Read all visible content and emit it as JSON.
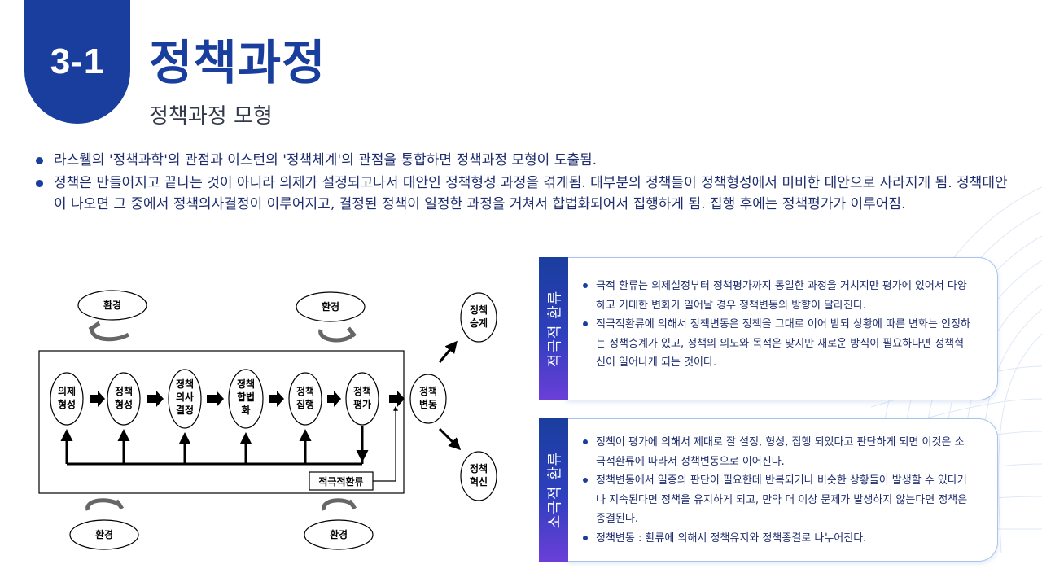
{
  "header": {
    "badge": "3-1",
    "title": "정책과정",
    "subtitle": "정책과정 모형"
  },
  "intro": [
    "라스웰의 '정책과학'의 관점과 이스턴의 '정책체계'의 관점을 통합하면 정책과정 모형이 도출됨.",
    "정책은 만들어지고 끝나는 것이 아니라 의제가 설정되고나서 대안인 정책형성 과정을 겪게됨. 대부분의 정책들이 정책형성에서 미비한 대안으로 사라지게 됨. 정책대안이 나오면 그 중에서 정책의사결정이 이루어지고, 결정된 정책이 일정한 과정을 거쳐서 합법화되어서 집행하게 됨. 집행 후에는 정책평가가 이루어짐."
  ],
  "diagram": {
    "environment": [
      "환경",
      "환경",
      "환경",
      "환경"
    ],
    "stages": [
      [
        "의제",
        "형성"
      ],
      [
        "정책",
        "형성"
      ],
      [
        "정책",
        "의사",
        "결정"
      ],
      [
        "정책",
        "합법",
        "화"
      ],
      [
        "정책",
        "집행"
      ],
      [
        "정책",
        "평가"
      ]
    ],
    "change": [
      "정책",
      "변동"
    ],
    "succession": [
      "정책",
      "승계"
    ],
    "innovation": [
      "정책",
      "혁신"
    ],
    "feedback_label": "적극적환류"
  },
  "panels": [
    {
      "tab": "적극적 환류",
      "items": [
        "극적 환류는 의제설정부터 정책평가까지 동일한 과정을 거치지만 평가에 있어서 다양하고 거대한 변화가 일어날 경우 정책변동의 방향이 달라진다.",
        "적극적환류에 의해서 정책변동은 정책을 그대로 이어 받되 상황에 따른 변화는 인정하는 정책승계가 있고, 정책의 의도와 목적은 맞지만 새로운 방식이 필요하다면 정책혁신이 일어나게 되는 것이다."
      ]
    },
    {
      "tab": "소극적 환류",
      "items": [
        "정책이 평가에 의해서 제대로 잘 설정, 형성, 집행 되었다고 판단하게 되면 이것은 소극적환류에 따라서 정책변동으로 이어진다.",
        "정책변동에서 일종의 판단이 필요한데 반복되거나 비슷한 상황들이 발생할 수 있다거나 지속된다면 정책을 유지하게 되고, 만약 더 이상 문제가 발생하지 않는다면 정책은 종결된다.",
        "정책변동 : 환류에 의해서 정책유지와 정책종결로 나누어진다."
      ]
    }
  ]
}
